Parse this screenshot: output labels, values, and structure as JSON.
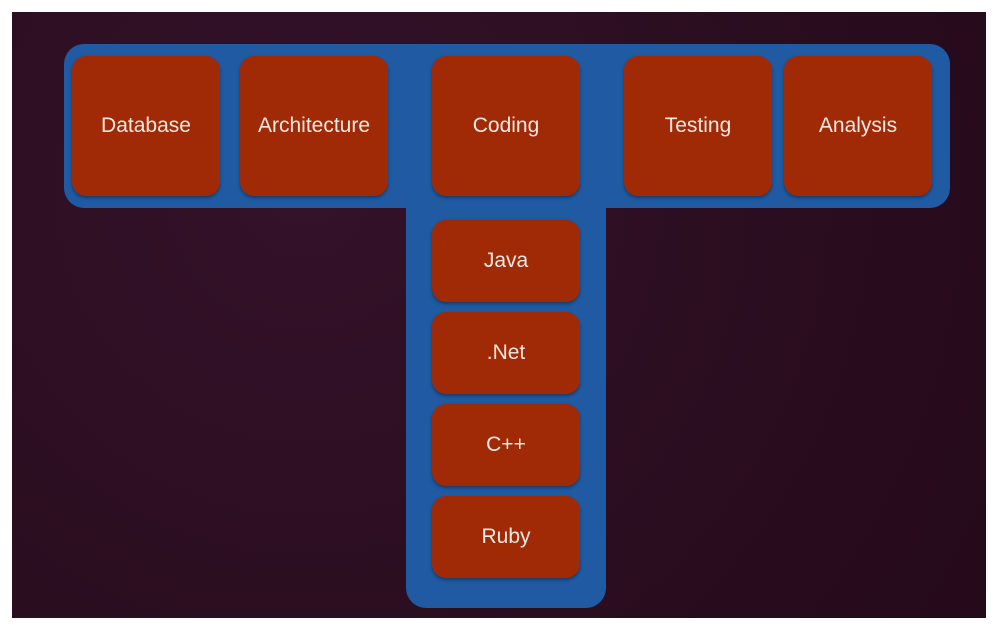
{
  "diagram": {
    "top_row": [
      {
        "id": "database",
        "label": "Database"
      },
      {
        "id": "architecture",
        "label": "Architecture"
      },
      {
        "id": "coding",
        "label": "Coding"
      },
      {
        "id": "testing",
        "label": "Testing"
      },
      {
        "id": "analysis",
        "label": "Analysis"
      }
    ],
    "stem": [
      {
        "id": "java",
        "label": "Java"
      },
      {
        "id": "net",
        "label": ".Net"
      },
      {
        "id": "cpp",
        "label": "C++"
      },
      {
        "id": "ruby",
        "label": "Ruby"
      }
    ]
  },
  "colors": {
    "background": "#2c0e20",
    "t_shape": "#1f5aa3",
    "box": "#a02a05",
    "text": "#f3e9e4"
  }
}
